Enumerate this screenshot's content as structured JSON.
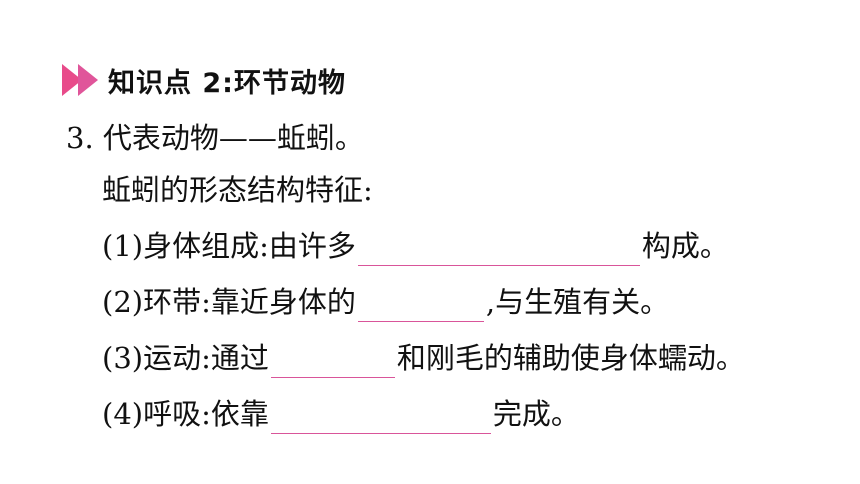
{
  "heading": {
    "text": "知识点 2:环节动物"
  },
  "question": {
    "number_line": "3. 代表动物——蚯蚓。",
    "intro": "蚯蚓的形态结构特征:",
    "items": [
      {
        "prefix": "(1)身体组成:由许多",
        "suffix": "构成。"
      },
      {
        "prefix": "(2)环带:靠近身体的",
        "suffix": ",与生殖有关。"
      },
      {
        "prefix": "(3)运动:通过",
        "suffix": "和刚毛的辅助使身体蠕动。"
      },
      {
        "prefix": "(4)呼吸:依靠",
        "suffix": "完成。"
      }
    ]
  },
  "colors": {
    "accent": "#e84b8a",
    "blank_line": "#d9559a",
    "text": "#111111"
  }
}
